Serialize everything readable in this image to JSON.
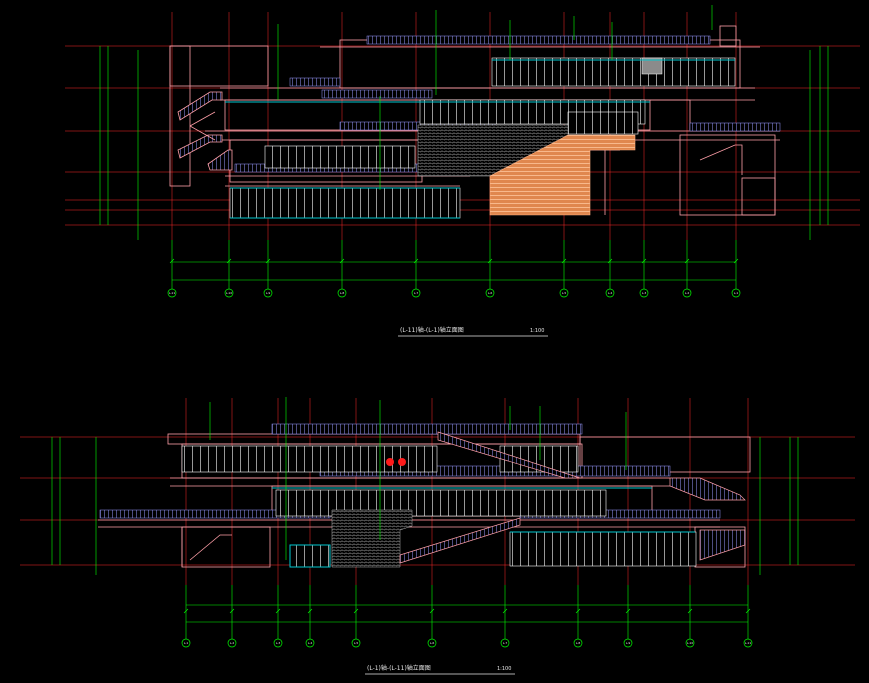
{
  "drawing": {
    "upper": {
      "title": "(L-11)轴-(L-1)轴立面图",
      "scale": "1:100",
      "grid_labels": [
        "L-11",
        "L-10",
        "L-9",
        "L-8",
        "L-7",
        "L-6",
        "L-5",
        "L-4",
        "L-3",
        "L-2",
        "L-1"
      ]
    },
    "lower": {
      "title": "(L-1)轴-(L-11)轴立面图",
      "scale": "1:100",
      "grid_labels": [
        "L-1",
        "L-2",
        "L-3",
        "L-4",
        "L-5",
        "L-6",
        "L-7",
        "L-8",
        "L-9",
        "L-10",
        "L-11"
      ]
    }
  },
  "colors": {
    "background": "#000000",
    "grid": "#ff2a2a",
    "dimension": "#00ff00",
    "outline": "#ff9fa8",
    "window": "#ffffff",
    "glass": "#00c8d0",
    "stair": "#ffb080",
    "text": "#e6e6e6",
    "hatch": "#a0a0a0",
    "roof": "#8080ff",
    "accent": "#ffff00"
  }
}
